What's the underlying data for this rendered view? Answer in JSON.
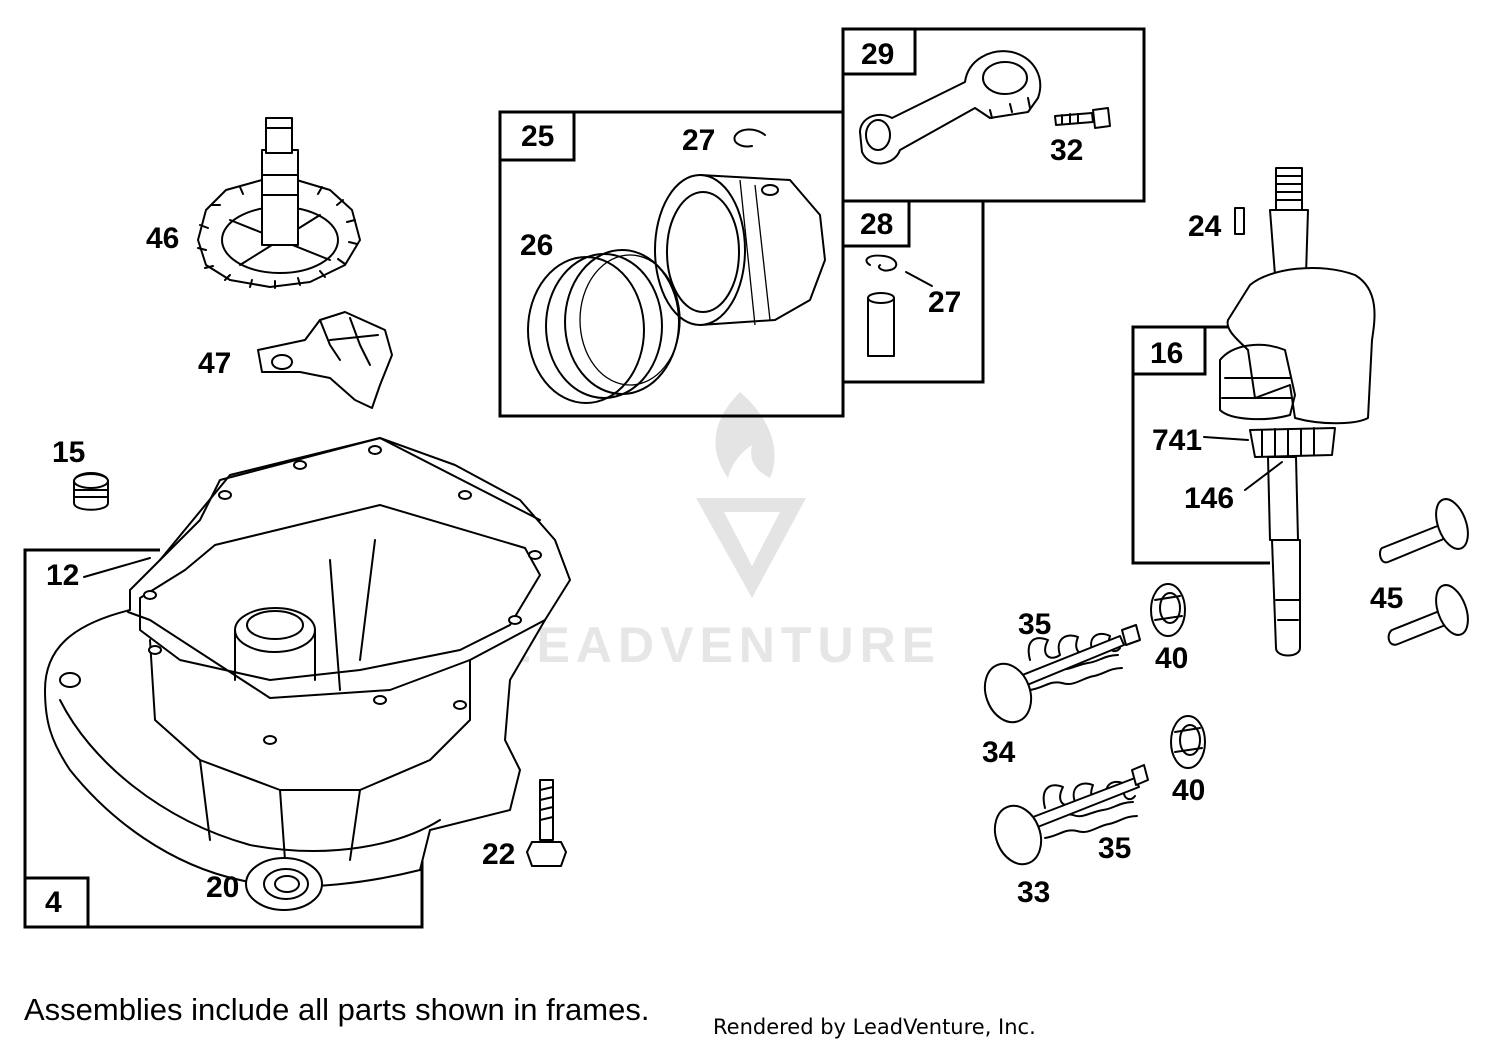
{
  "watermark": {
    "brand": "LEADVENTURE"
  },
  "frames": [
    {
      "id": "crankcase-assembly",
      "label": "4"
    },
    {
      "id": "piston-assembly",
      "label": "25"
    },
    {
      "id": "connecting-rod-assembly",
      "label": "29"
    },
    {
      "id": "piston-pin-assembly",
      "label": "28"
    },
    {
      "id": "crankshaft-assembly",
      "label": "16"
    }
  ],
  "callouts": [
    "46",
    "47",
    "15",
    "12",
    "20",
    "22",
    "27",
    "26",
    "27",
    "32",
    "24",
    "741",
    "146",
    "45",
    "35",
    "40",
    "34",
    "40",
    "35",
    "33"
  ],
  "footer": {
    "note": "Assemblies include all parts shown in frames.",
    "credit": "Rendered by LeadVenture, Inc."
  }
}
